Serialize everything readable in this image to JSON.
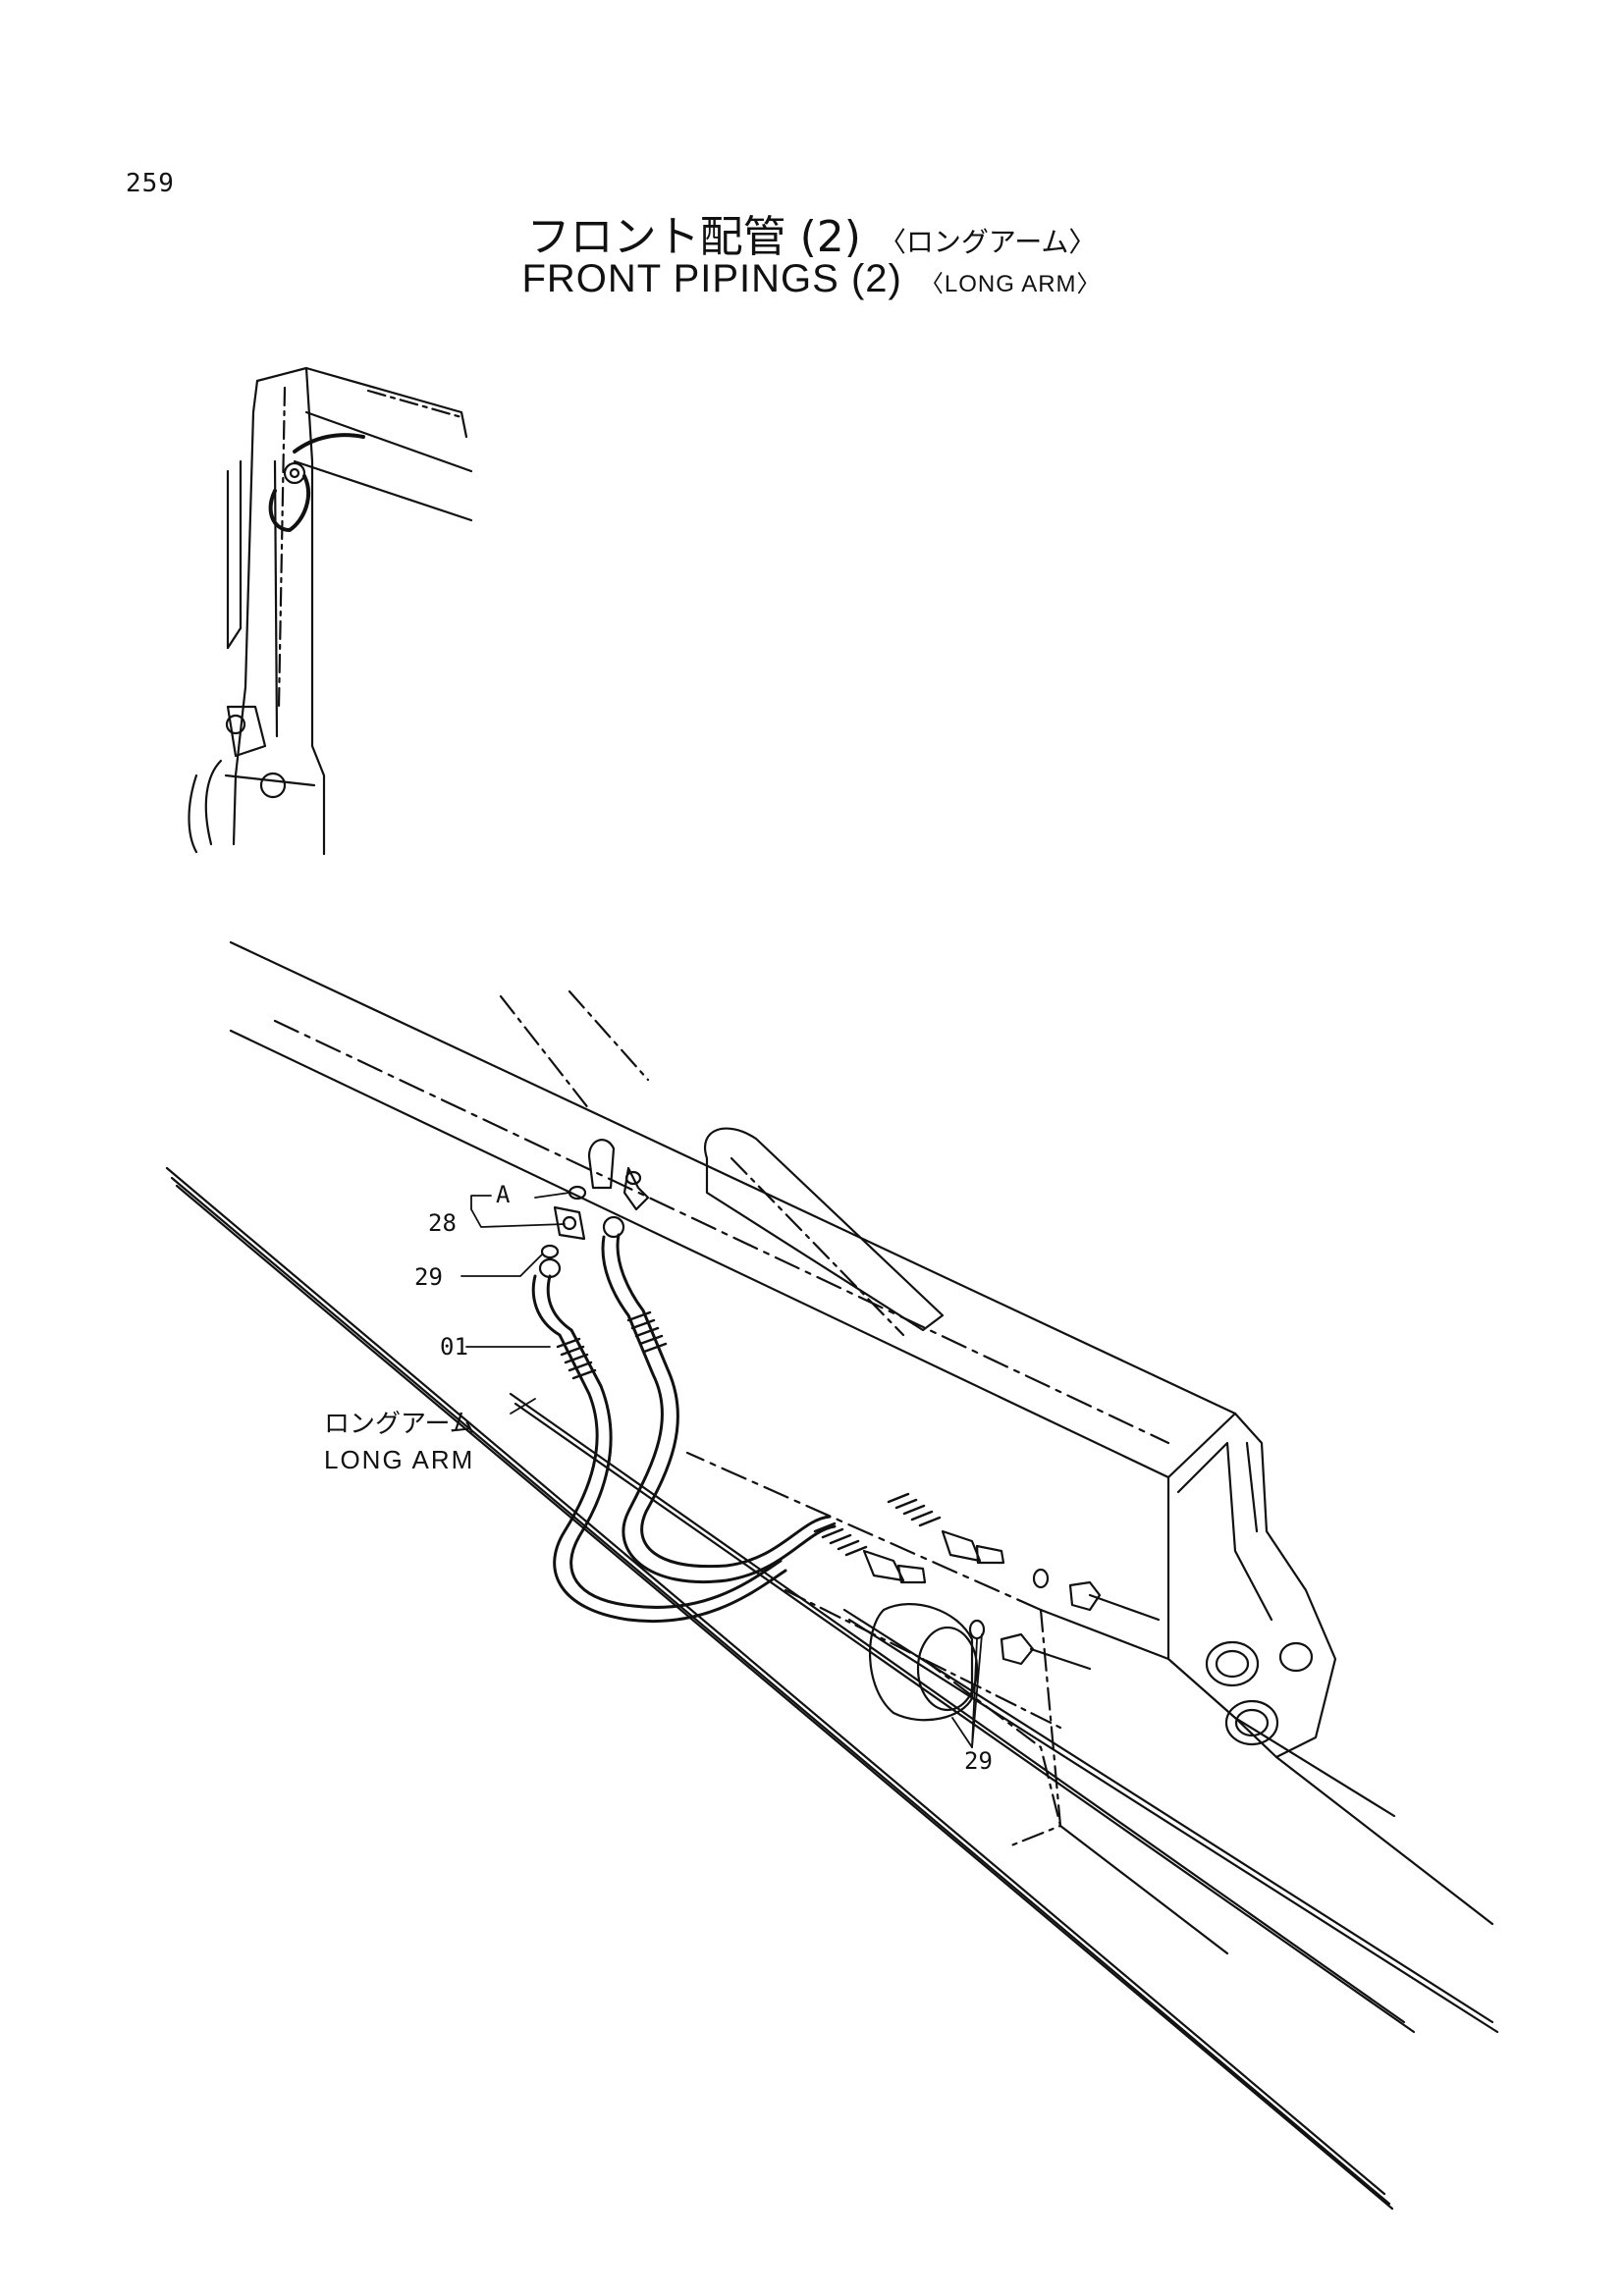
{
  "page": {
    "number": "259"
  },
  "title": {
    "jp_main": "フロント配管 (2)",
    "jp_sub": "〈ロングアーム〉",
    "en_main": "FRONT PIPINGS (2)",
    "en_sub": "〈LONG ARM〉"
  },
  "callouts": {
    "detail_a": "A",
    "part_28": "28",
    "part_29": "29",
    "part_01": "01",
    "part_29_lower": "29"
  },
  "section_label": {
    "jp": "ロングアーム",
    "en": "LONG ARM"
  }
}
